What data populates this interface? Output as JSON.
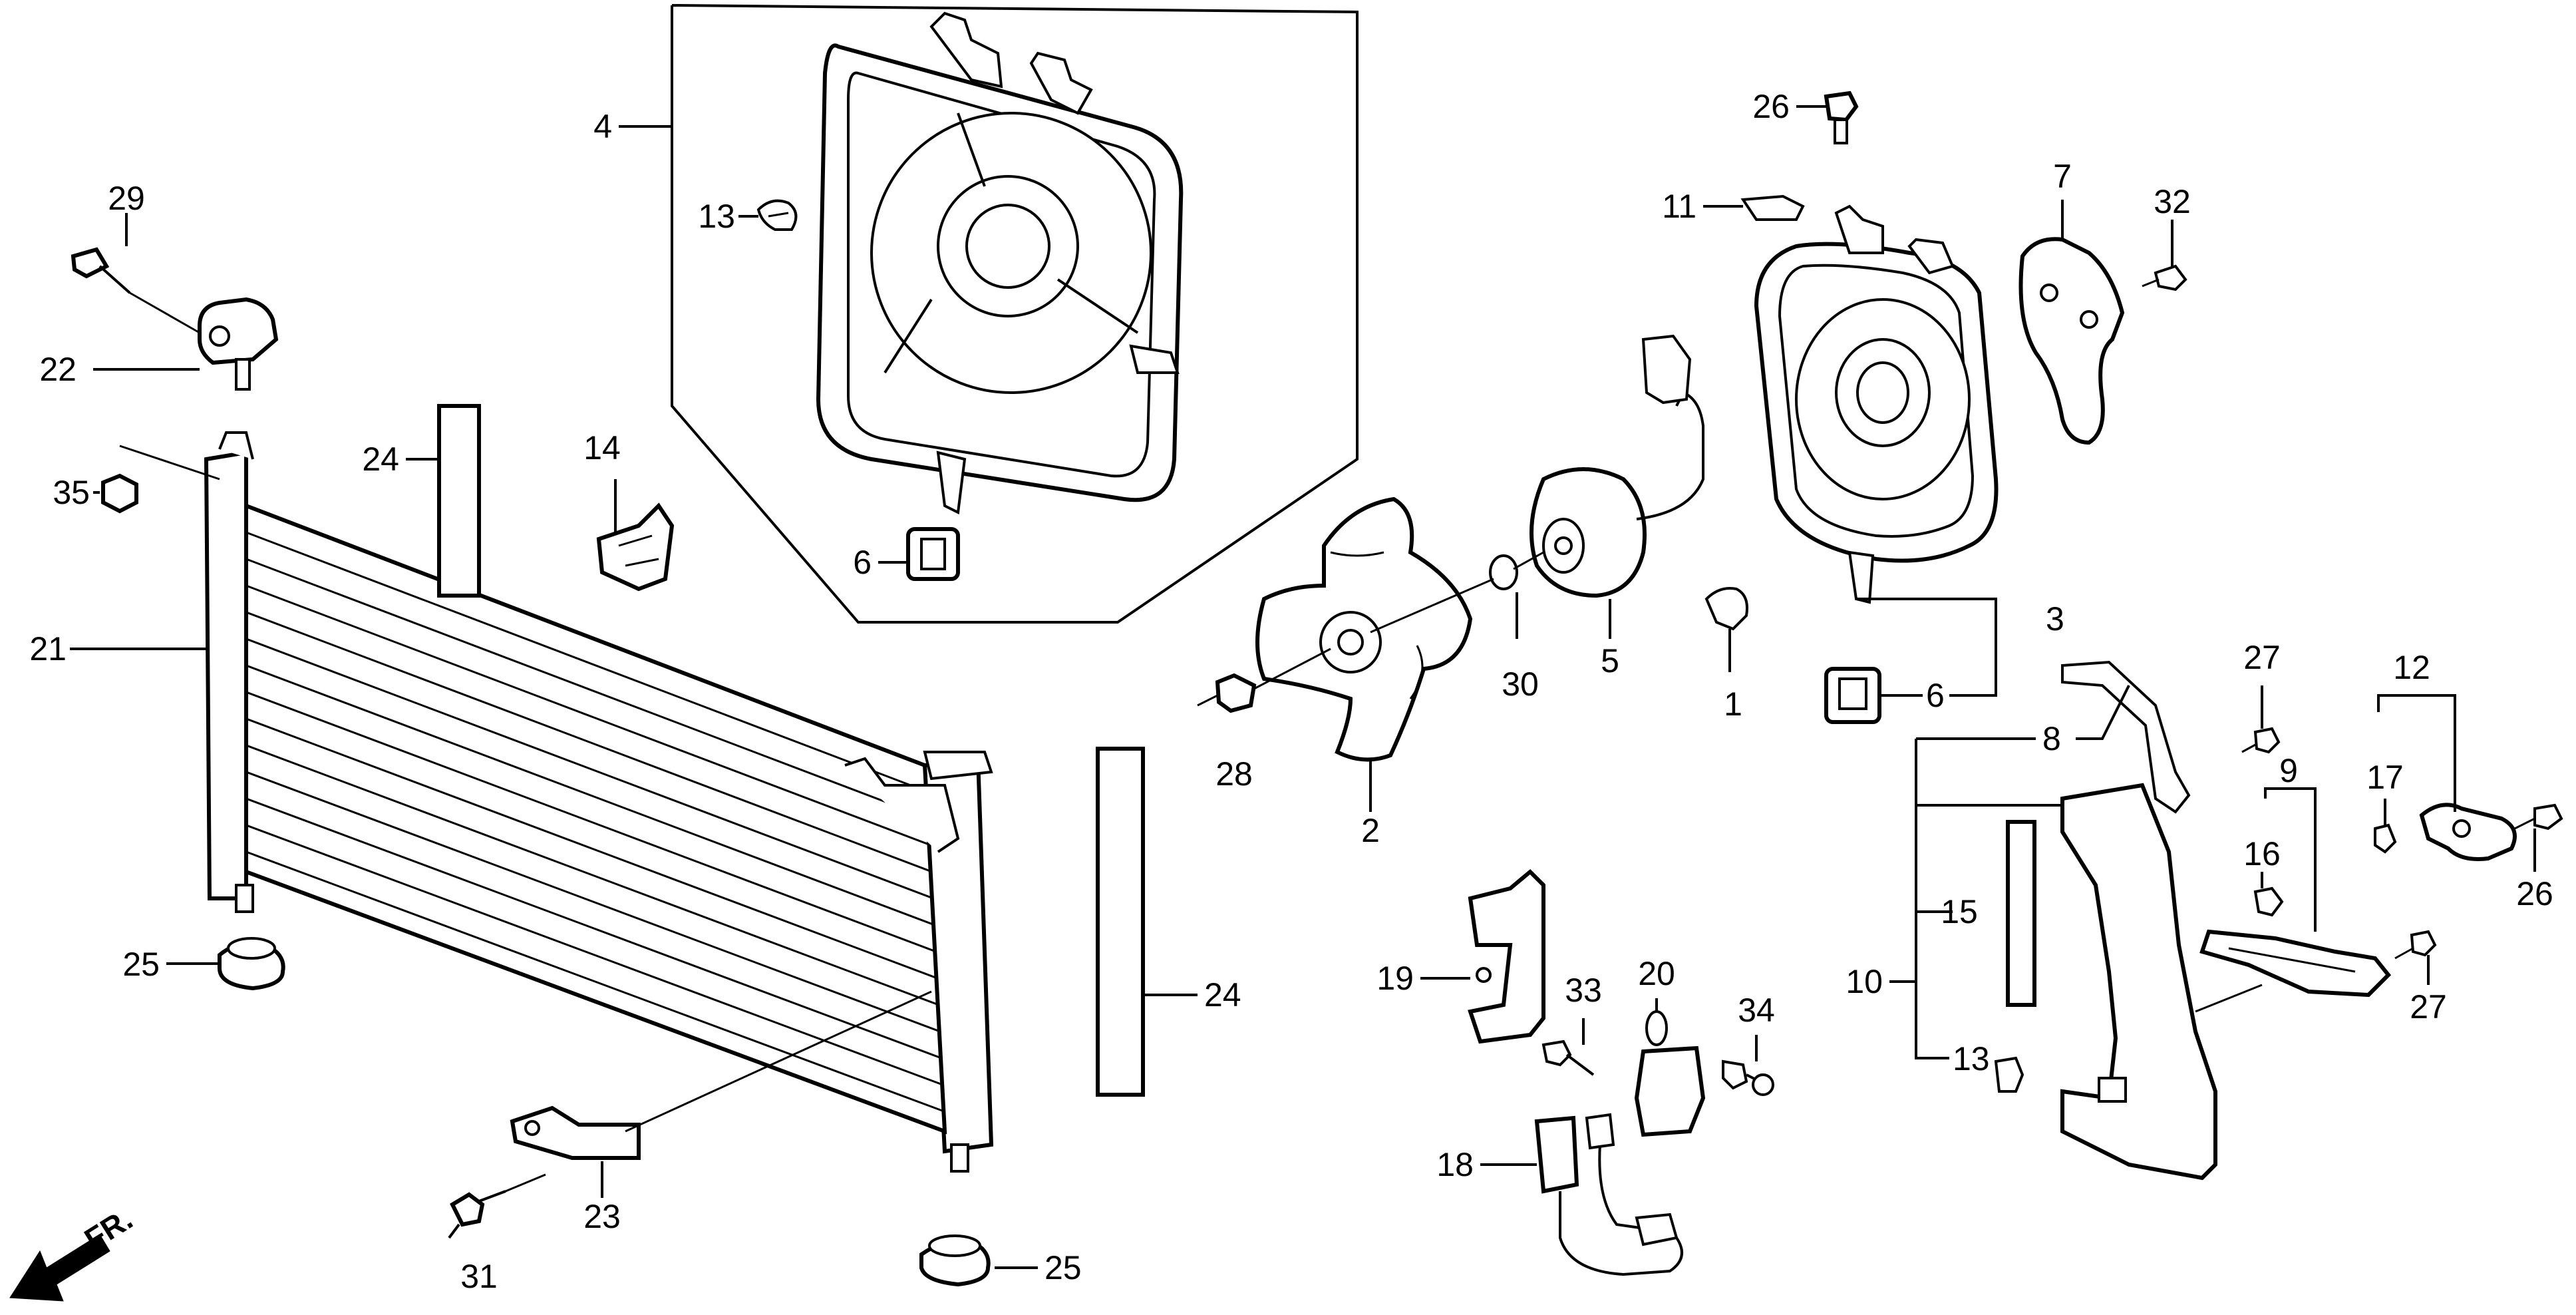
{
  "diagram": {
    "labels": [
      {
        "id": "p29",
        "text": "29"
      },
      {
        "id": "p22",
        "text": "22"
      },
      {
        "id": "p35",
        "text": "35"
      },
      {
        "id": "p21",
        "text": "21"
      },
      {
        "id": "p25a",
        "text": "25"
      },
      {
        "id": "p25b",
        "text": "25"
      },
      {
        "id": "p24a",
        "text": "24"
      },
      {
        "id": "p24b",
        "text": "24"
      },
      {
        "id": "p4",
        "text": "4"
      },
      {
        "id": "p13a",
        "text": "13"
      },
      {
        "id": "p14",
        "text": "14"
      },
      {
        "id": "p6a",
        "text": "6"
      },
      {
        "id": "p23",
        "text": "23"
      },
      {
        "id": "p31",
        "text": "31"
      },
      {
        "id": "p28",
        "text": "28"
      },
      {
        "id": "p2",
        "text": "2"
      },
      {
        "id": "p30",
        "text": "30"
      },
      {
        "id": "p5",
        "text": "5"
      },
      {
        "id": "p1",
        "text": "1"
      },
      {
        "id": "p26a",
        "text": "26"
      },
      {
        "id": "p11",
        "text": "11"
      },
      {
        "id": "p7",
        "text": "7"
      },
      {
        "id": "p32",
        "text": "32"
      },
      {
        "id": "p3",
        "text": "3"
      },
      {
        "id": "p6b",
        "text": "6"
      },
      {
        "id": "p8",
        "text": "8"
      },
      {
        "id": "p27a",
        "text": "27"
      },
      {
        "id": "p12",
        "text": "12"
      },
      {
        "id": "p9",
        "text": "9"
      },
      {
        "id": "p17",
        "text": "17"
      },
      {
        "id": "p16",
        "text": "16"
      },
      {
        "id": "p26b",
        "text": "26"
      },
      {
        "id": "p15",
        "text": "15"
      },
      {
        "id": "p10",
        "text": "10"
      },
      {
        "id": "p13b",
        "text": "13"
      },
      {
        "id": "p27b",
        "text": "27"
      },
      {
        "id": "p19",
        "text": "19"
      },
      {
        "id": "p33",
        "text": "33"
      },
      {
        "id": "p20",
        "text": "20"
      },
      {
        "id": "p34",
        "text": "34"
      },
      {
        "id": "p18",
        "text": "18"
      }
    ],
    "direction": "FR."
  }
}
